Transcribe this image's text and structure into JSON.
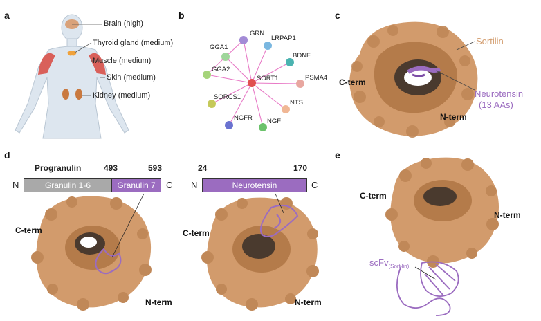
{
  "panels": {
    "a": {
      "letter": "a",
      "organs": [
        {
          "label": "Brain (high)"
        },
        {
          "label": "Thyroid gland (medium)"
        },
        {
          "label": "Muscle (medium)"
        },
        {
          "label": "Skin (medium)"
        },
        {
          "label": "Kidney (medium)"
        }
      ]
    },
    "b": {
      "letter": "b",
      "center": "SORT1",
      "nodes": [
        "GRN",
        "LRPAP1",
        "BDNF",
        "PSMA4",
        "NTS",
        "NGF",
        "NGFR",
        "SORCS1",
        "GGA2",
        "GGA1"
      ]
    },
    "c": {
      "letter": "c",
      "sortilin": "Sortilin",
      "neurotensin": "Neurotensin",
      "neurotensin_sub": "(13 AAs)",
      "cterm": "C-term",
      "nterm": "N-term"
    },
    "d": {
      "letter": "d",
      "progranulin": {
        "title": "Progranulin",
        "pos_start": "493",
        "pos_end": "593",
        "n": "N",
        "c": "C",
        "segment1": "Granulin 1-6",
        "segment2": "Granulin 7",
        "cterm": "C-term",
        "nterm": "N-term"
      },
      "neurotensin": {
        "pos_start": "24",
        "pos_end": "170",
        "n": "N",
        "c": "C",
        "segment": "Neurotensin",
        "cterm": "C-term",
        "nterm": "N-term"
      }
    },
    "e": {
      "letter": "e",
      "cterm": "C-term",
      "nterm": "N-term",
      "scfv": "scFv",
      "scfv_sub": "(Sortilin)"
    }
  },
  "colors": {
    "surface": "#d29b6c",
    "surface_dark": "#a8703f",
    "cavity": "#4a3a2e",
    "purple": "#9b6cc0",
    "gray_bar": "#a9a9a9",
    "body": "#dde6ef"
  }
}
